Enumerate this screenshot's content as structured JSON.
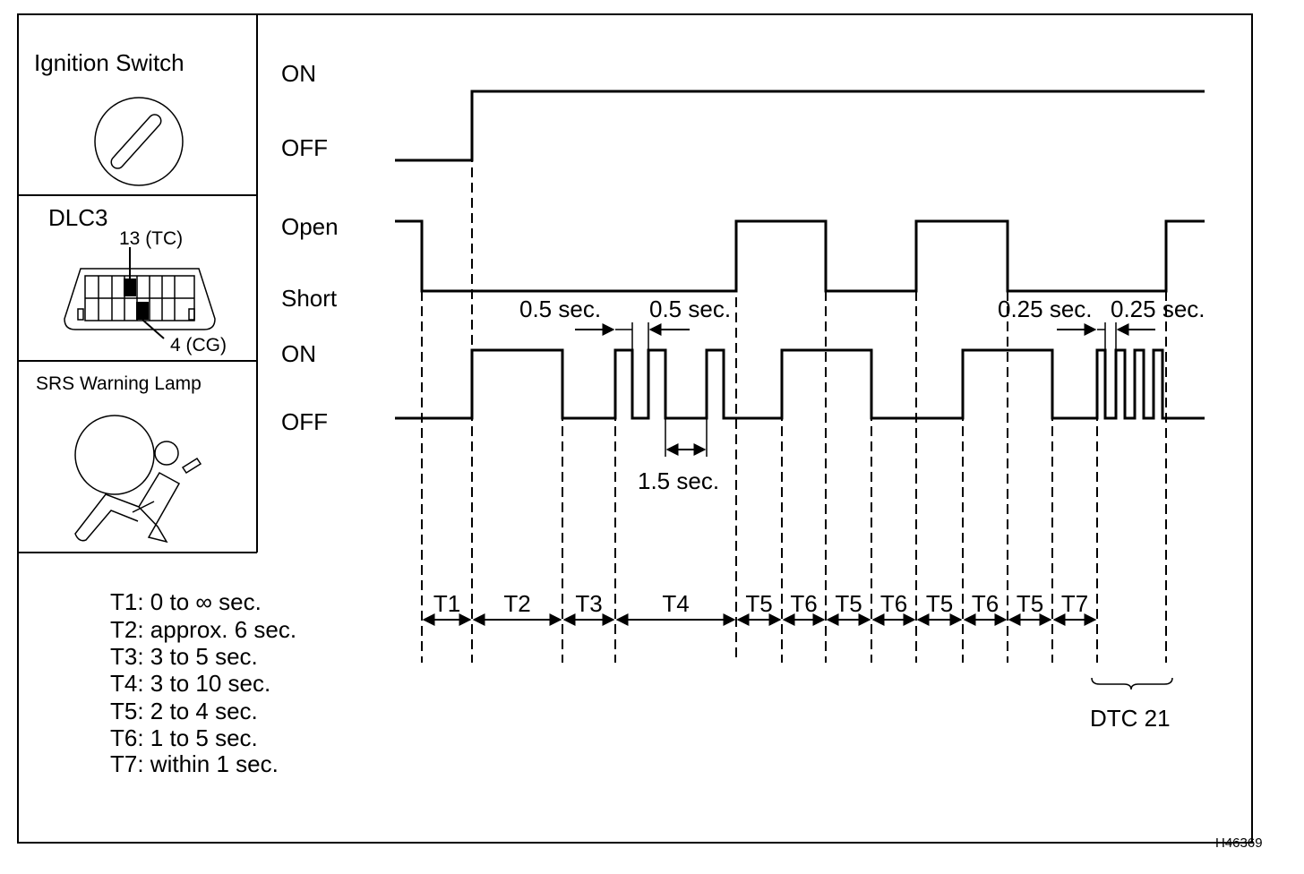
{
  "legend_panel": {
    "ignition_switch": "Ignition Switch",
    "dlc3": "DLC3",
    "tc_pin": "13 (TC)",
    "cg_pin": "4 (CG)",
    "srs_warning_lamp": "SRS Warning Lamp"
  },
  "states": {
    "ignition_on": "ON",
    "ignition_off": "OFF",
    "tc_open": "Open",
    "tc_short": "Short",
    "lamp_on": "ON",
    "lamp_off": "OFF"
  },
  "annotations": {
    "a05_left": "0.5 sec.",
    "a05_right": "0.5 sec.",
    "a15": "1.5 sec.",
    "a025_left": "0.25 sec.",
    "a025_right": "0.25 sec.",
    "dtc": "DTC 21"
  },
  "periods": [
    "T1",
    "T2",
    "T3",
    "T4",
    "T5",
    "T6",
    "T5",
    "T6",
    "T5",
    "T6",
    "T5",
    "T7"
  ],
  "timing_notes": [
    "T1: 0 to ∞ sec.",
    "T2: approx. 6 sec.",
    "T3: 3 to 5 sec.",
    "T4: 3 to 10 sec.",
    "T5: 2 to 4 sec.",
    "T6: 1 to 5 sec.",
    "T7: within 1 sec."
  ],
  "figure_id": "H46369"
}
